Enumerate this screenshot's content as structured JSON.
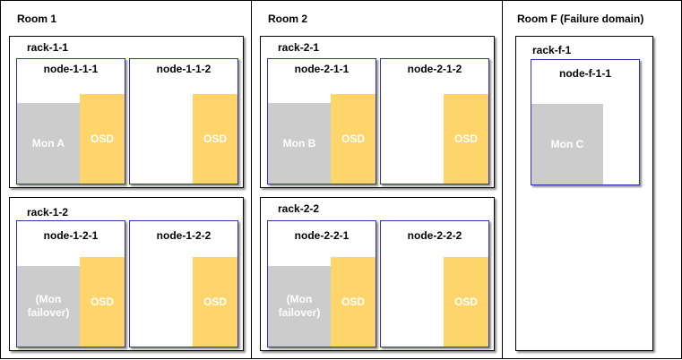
{
  "rooms": [
    {
      "label": "Room 1",
      "racks": [
        {
          "label": "rack-1-1",
          "nodes": [
            {
              "label": "node-1-1-1",
              "mon": "Mon A",
              "osd": "OSD"
            },
            {
              "label": "node-1-1-2",
              "osd": "OSD"
            }
          ]
        },
        {
          "label": "rack-1-2",
          "nodes": [
            {
              "label": "node-1-2-1",
              "mon": "(Mon failover)",
              "osd": "OSD"
            },
            {
              "label": "node-1-2-2",
              "osd": "OSD"
            }
          ]
        }
      ]
    },
    {
      "label": "Room 2",
      "racks": [
        {
          "label": "rack-2-1",
          "nodes": [
            {
              "label": "node-2-1-1",
              "mon": "Mon B",
              "osd": "OSD"
            },
            {
              "label": "node-2-1-2",
              "osd": "OSD"
            }
          ]
        },
        {
          "label": "rack-2-2",
          "nodes": [
            {
              "label": "node-2-2-1",
              "mon": "(Mon failover)",
              "osd": "OSD"
            },
            {
              "label": "node-2-2-2",
              "osd": "OSD"
            }
          ]
        }
      ]
    },
    {
      "label": "Room F (Failure domain)",
      "racks": [
        {
          "label": "rack-f-1",
          "nodes": [
            {
              "label": "node-f-1-1",
              "mon": "Mon C"
            }
          ]
        }
      ]
    }
  ]
}
